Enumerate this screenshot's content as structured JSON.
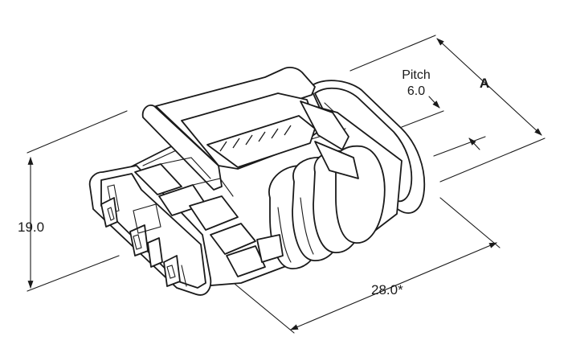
{
  "labels": {
    "pitch_word": "Pitch",
    "pitch_value": "6.0",
    "dim_a": "A",
    "height": "19.0",
    "length": "28.0*"
  }
}
